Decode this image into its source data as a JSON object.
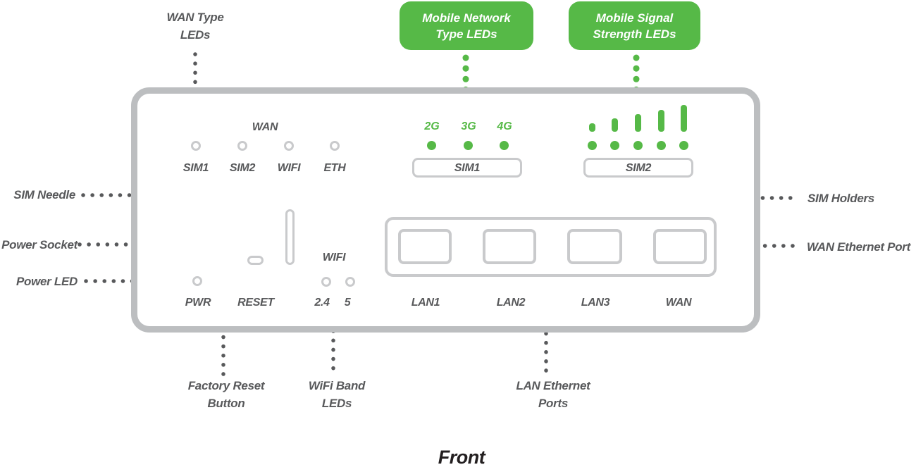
{
  "colors": {
    "accent_green": "#56b947",
    "panel_gray": "#bcbec0",
    "outline_gray": "#c9cacc",
    "label_gray": "#58595b",
    "title_black": "#231f20"
  },
  "callouts": {
    "network_type": {
      "line1": "Mobile Network",
      "line2": "Type LEDs"
    },
    "signal_strength": {
      "line1": "Mobile Signal",
      "line2": "Strength LEDs"
    }
  },
  "annotations": {
    "wan_type": {
      "line1": "WAN Type",
      "line2": "LEDs"
    },
    "sim_needle": "SIM Needle",
    "power_socket": "Power Socket",
    "power_led": "Power LED",
    "factory_reset": {
      "line1": "Factory Reset",
      "line2": "Button"
    },
    "wifi_band": {
      "line1": "WiFi Band",
      "line2": "LEDs"
    },
    "lan_ports": {
      "line1": "LAN Ethernet",
      "line2": "Ports"
    },
    "sim_holders": "SIM Holders",
    "wan_port": "WAN Ethernet Port"
  },
  "panel": {
    "wan_group": {
      "title": "WAN",
      "leds": [
        "SIM1",
        "SIM2",
        "WIFI",
        "ETH"
      ]
    },
    "network_type_leds": [
      "2G",
      "3G",
      "4G"
    ],
    "sim_holder1": "SIM1",
    "sim_holder2": "SIM2",
    "signal_bar_heights": [
      12,
      19,
      25,
      31,
      38
    ],
    "pwr": "PWR",
    "reset": "RESET",
    "wifi_title": "WIFI",
    "wifi_bands": [
      "2.4",
      "5"
    ],
    "ports": [
      "LAN1",
      "LAN2",
      "LAN3",
      "WAN"
    ]
  },
  "caption": "Front"
}
